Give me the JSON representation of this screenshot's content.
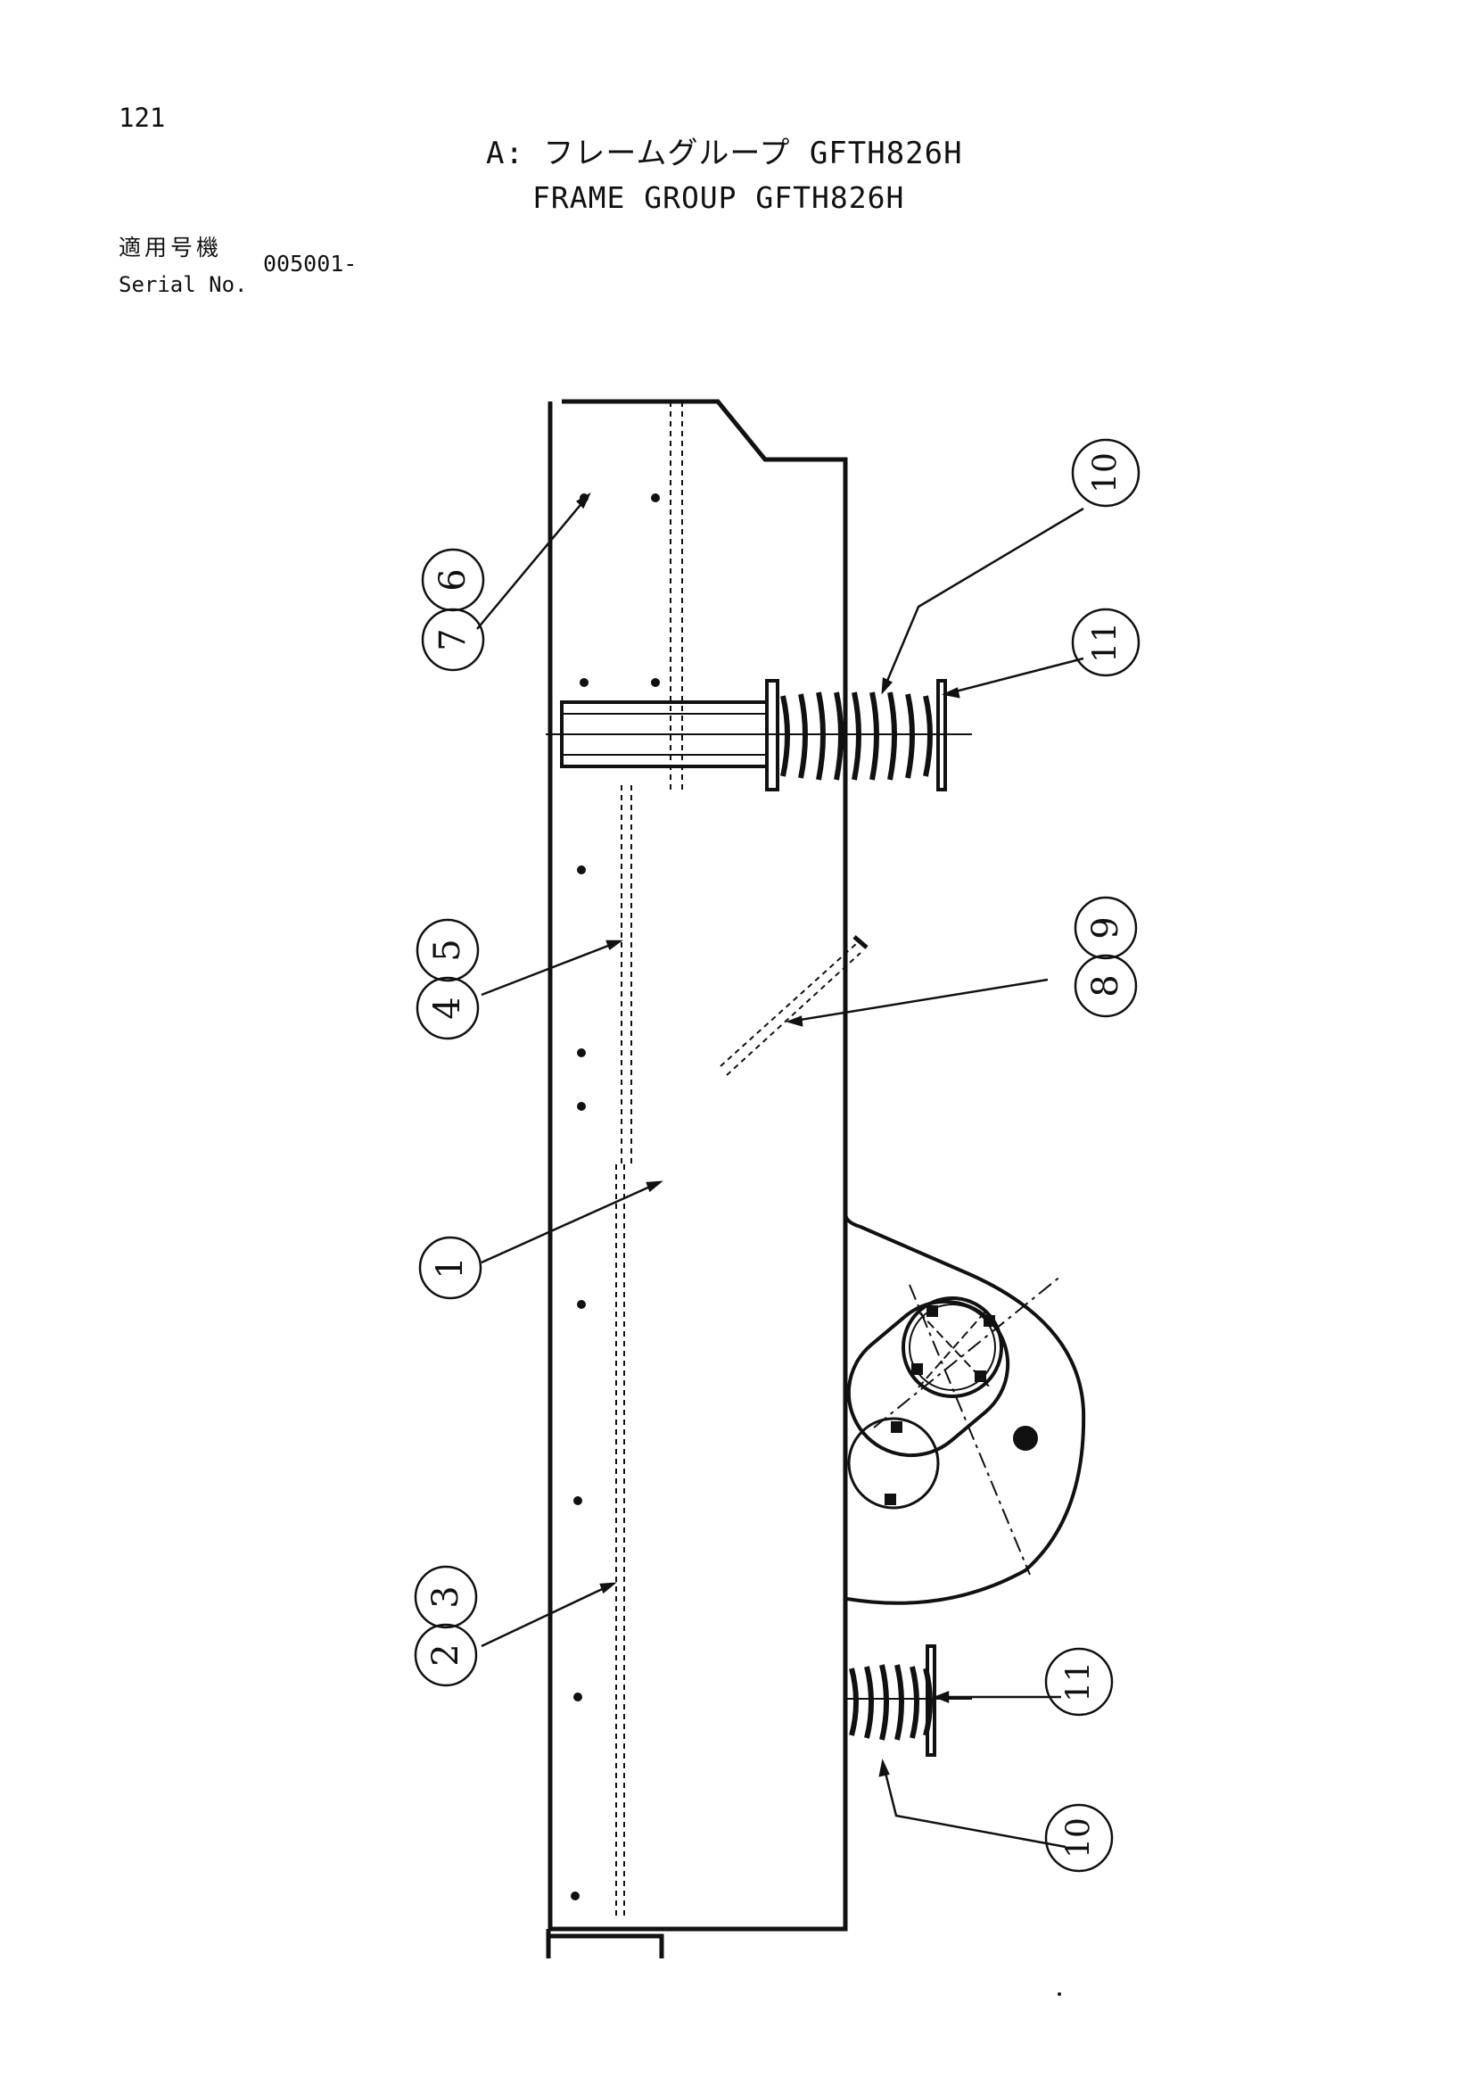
{
  "header": {
    "page_number": "121",
    "title_jp": "A: フレームグループ GFTH826H",
    "title_en": "FRAME GROUP GFTH826H",
    "serial_label_jp": "適用号機",
    "serial_label_en": "Serial No.",
    "serial_value": "005001-"
  },
  "callouts": {
    "c1": "1",
    "c23": [
      "2",
      "3"
    ],
    "c45": [
      "4",
      "5"
    ],
    "c67": [
      "6",
      "7"
    ],
    "c89": [
      "8",
      "9"
    ],
    "c10_top": "10",
    "c11_top": "11",
    "c11_bottom": "11",
    "c10_bottom": "10"
  }
}
